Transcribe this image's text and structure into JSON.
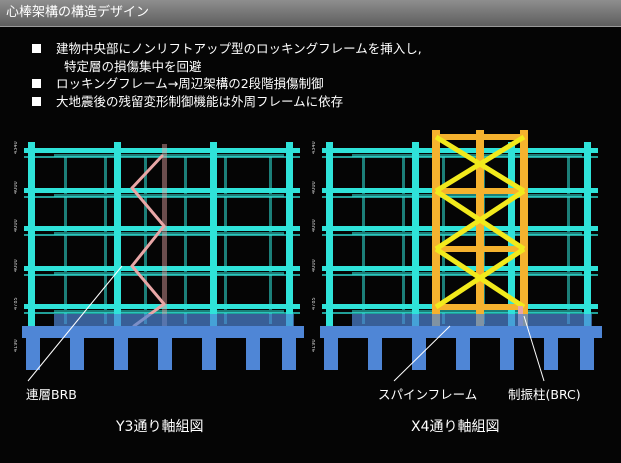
{
  "slide": {
    "title": "心棒架構の構造デザイン",
    "bullets": [
      {
        "text": "建物中央部にノンリフトアップ型のロッキングフレームを挿入し,",
        "continuation": "特定層の損傷集中を回避"
      },
      {
        "text": "ロッキングフレーム→周辺架構の2段階損傷制御"
      },
      {
        "text": "大地震後の残留変形制御機能は外周フレームに依存"
      }
    ]
  },
  "figures": {
    "left": {
      "caption": "Y3通り軸組図",
      "labels": {
        "brb": "連層BRB"
      },
      "dimensions": [
        "4340",
        "4000",
        "4000",
        "4000",
        "4785",
        "4190"
      ]
    },
    "right": {
      "caption": "X4通り軸組図",
      "labels": {
        "spine": "スパインフレーム",
        "brc": "制振柱(BRC)"
      },
      "dimensions": [
        "4340",
        "4000",
        "4000",
        "4000",
        "4785",
        "4190"
      ]
    }
  },
  "colors": {
    "beam": "#2fe3d9",
    "foundation": "#4f86d6",
    "spine": "#f5b22e",
    "brace": "#f2ea1c",
    "brb": "#e8a6a6"
  }
}
